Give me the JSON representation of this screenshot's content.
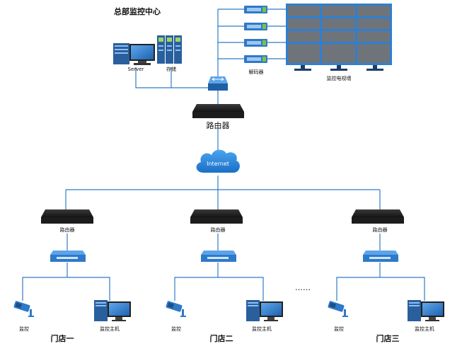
{
  "hq": {
    "title": "总部监控中心",
    "server_label": "Server",
    "storage_label": "存储",
    "decoder_label": "解码器",
    "video_wall_label": "监控电视墙",
    "router_label": "路由器"
  },
  "network": {
    "internet_label": "Internet"
  },
  "branches": [
    {
      "name": "门店一",
      "router_label": "路由器",
      "camera_label": "监控",
      "host_label": "监控主机"
    },
    {
      "name": "门店二",
      "router_label": "路由器",
      "camera_label": "监控",
      "host_label": "监控主机"
    },
    {
      "name": "门店三",
      "router_label": "路由器",
      "camera_label": "监控",
      "host_label": "监控主机"
    }
  ],
  "ellipsis": "……",
  "colors": {
    "line": "#2e7bc8",
    "device_dark": "#1c1c1c",
    "switch_blue": "#2f79c9",
    "screen_blue": "#2f7fd0",
    "wall_tile": "#6f747a",
    "decoder_green": "#7cc243",
    "cloud_blue": "#2b8be0"
  }
}
